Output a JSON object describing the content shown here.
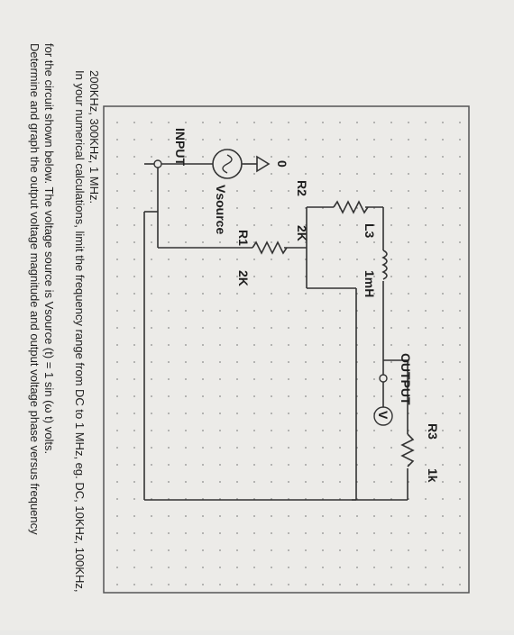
{
  "problem": {
    "line1": "Determine and graph the output voltage magnitude and output voltage phase versus frequency",
    "line2": "for the circuit shown below. The voltage source is Vsource (t) = 1 sin (ω t)  volts.",
    "line3": "In your numerical calculations, limit the frequency range from DC to 1 MHz, eg. DC, 10KHz, 100KHz,",
    "line4": "200KHz, 300KHz, 1 MHz."
  },
  "circuit": {
    "input_label": "INPUT",
    "output_label": "OUTPUT",
    "voltmeter_label": "V",
    "source_label": "Vsource",
    "ground_label": "0",
    "r1_name": "R1",
    "r1_value": "2K",
    "r2_name": "R2",
    "r2_value": "2K",
    "l3_name": "L3",
    "l3_value": "1mH",
    "r3_name": "R3",
    "r3_value": "1k"
  }
}
